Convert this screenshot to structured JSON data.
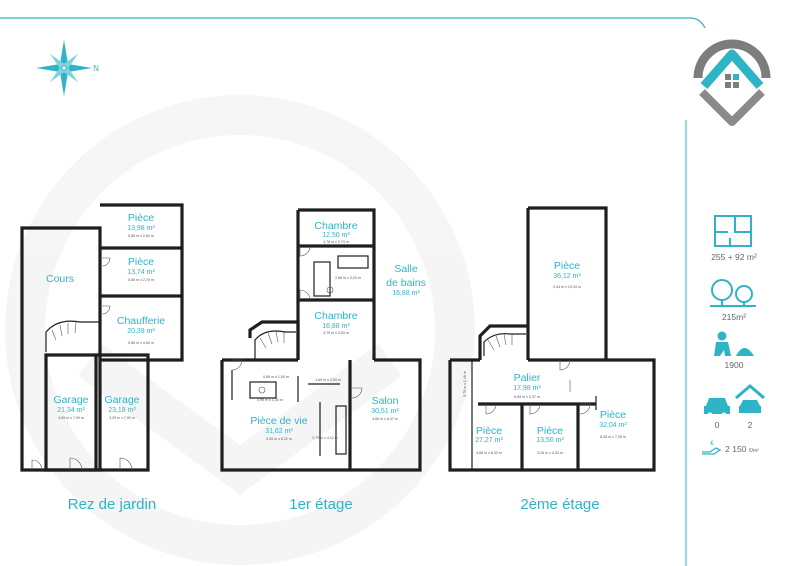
{
  "colors": {
    "accent": "#2fb3c7",
    "wall": "#1e1e1e",
    "logo_gray": "#7d7d7d"
  },
  "compass": {
    "label": "N"
  },
  "logo": {
    "icon": "house-pin-logo"
  },
  "floors": [
    {
      "label": "Rez de jardin",
      "rooms": [
        {
          "name": "Pièce",
          "area": "13,98 m²",
          "dims": "5,66 m x 2,63 m"
        },
        {
          "name": "Pièce",
          "area": "13,74 m²",
          "dims": "5,66 m x 2,78 m"
        },
        {
          "name": "Cours",
          "area": "",
          "dims": ""
        },
        {
          "name": "Chaufferie",
          "area": "20,39 m²",
          "dims": "5,66 m x 4,60 m"
        },
        {
          "name": "Garage",
          "area": "21,34 m²",
          "dims": "3,00 m x 7,00 m"
        },
        {
          "name": "Garage",
          "area": "23,18 m²",
          "dims": "3,29 m x 7,00 m"
        }
      ]
    },
    {
      "label": "1er étage",
      "rooms": [
        {
          "name": "Chambre",
          "area": "12,50 m²",
          "dims": "4,78 m x 2,74 m"
        },
        {
          "name": "Salle\nde bains",
          "area": "16,88 m²",
          "dims": "2,66 m x 3,03 m"
        },
        {
          "name": "Chambre",
          "area": "16,88 m²",
          "dims": "4,79 m x 3,53 m"
        },
        {
          "name": "Pièce de vie",
          "area": "31,62 m²",
          "dims": "5,05 m x 6,22 m"
        },
        {
          "name": "Salon",
          "area": "30,51 m²",
          "dims": "4,60 m x 6,37 m"
        }
      ],
      "small_dims": [
        "1,69 m x 2,94 m",
        "0,89 m x 1,59 m",
        "2,95 m x 1,30 m",
        "2,79 m x 4,12 m"
      ]
    },
    {
      "label": "2ème étage",
      "rooms": [
        {
          "name": "Pièce",
          "area": "36,12 m²",
          "dims": "3,44 m x 10,34 m"
        },
        {
          "name": "Palier",
          "area": "17,98 m²",
          "dims": "6,69 m x 2,37 m"
        },
        {
          "name": "Pièce",
          "area": "27,27 m²",
          "dims": "4,68 m x 6,33 m"
        },
        {
          "name": "Pièce",
          "area": "13,50 m²",
          "dims": "3,26 m x 4,33 m"
        },
        {
          "name": "Pièce",
          "area": "32,04 m²",
          "dims": "8,26 m x 7,26 m"
        }
      ],
      "small_dims": [
        "5,75 m x 1,46 m"
      ]
    }
  ],
  "sidebar": {
    "surface": {
      "icon": "floorplan-icon",
      "value": "255 + 92 m²"
    },
    "land": {
      "icon": "trees-icon",
      "value": "215m²"
    },
    "year": {
      "icon": "builder-icon",
      "value": "1900"
    },
    "parking": {
      "icon_open": "car-icon",
      "icon_garage": "garage-icon",
      "open": "0",
      "garage": "2"
    },
    "price": {
      "icon": "hand-money-icon",
      "value": "2 150",
      "unit": "€/m²"
    }
  }
}
